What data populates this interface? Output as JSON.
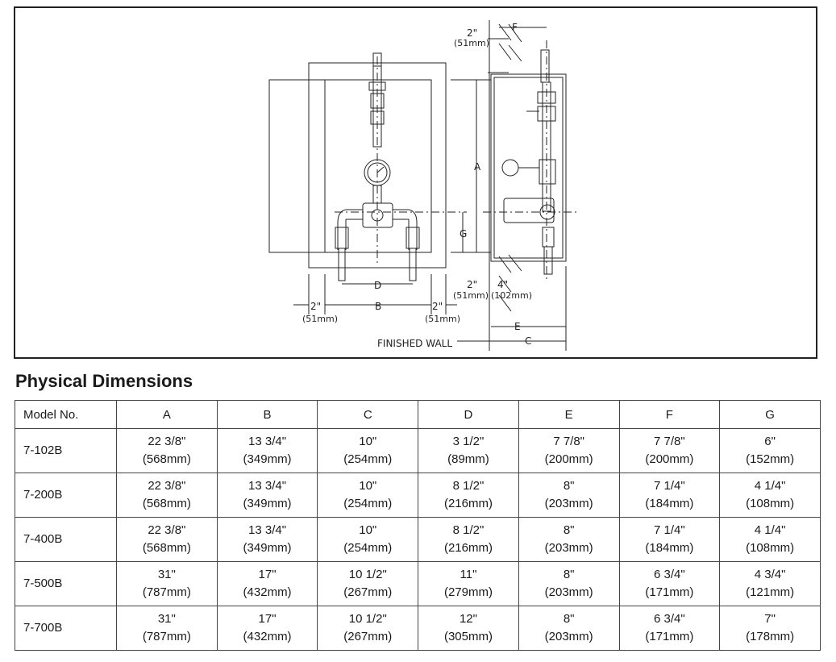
{
  "drawing": {
    "labels": {
      "A": "A",
      "B": "B",
      "C": "C",
      "D": "D",
      "E": "E",
      "F": "F",
      "G": "G",
      "two_in": "2\"",
      "fifty_one_mm": "(51mm)",
      "four_in": "4\"",
      "one_oh_two_mm": "(102mm)",
      "finished_wall": "FINISHED WALL"
    }
  },
  "table": {
    "title": "Physical Dimensions",
    "headers": [
      "Model No.",
      "A",
      "B",
      "C",
      "D",
      "E",
      "F",
      "G"
    ],
    "rows": [
      {
        "model": "7-102B",
        "cells": [
          [
            "22 3/8\"",
            "(568mm)"
          ],
          [
            "13 3/4\"",
            "(349mm)"
          ],
          [
            "10\"",
            "(254mm)"
          ],
          [
            "3 1/2\"",
            "(89mm)"
          ],
          [
            "7 7/8\"",
            "(200mm)"
          ],
          [
            "7 7/8\"",
            "(200mm)"
          ],
          [
            "6\"",
            "(152mm)"
          ]
        ]
      },
      {
        "model": "7-200B",
        "cells": [
          [
            "22 3/8\"",
            "(568mm)"
          ],
          [
            "13 3/4\"",
            "(349mm)"
          ],
          [
            "10\"",
            "(254mm)"
          ],
          [
            "8 1/2\"",
            "(216mm)"
          ],
          [
            "8\"",
            "(203mm)"
          ],
          [
            "7 1/4\"",
            "(184mm)"
          ],
          [
            "4 1/4\"",
            "(108mm)"
          ]
        ]
      },
      {
        "model": "7-400B",
        "cells": [
          [
            "22 3/8\"",
            "(568mm)"
          ],
          [
            "13 3/4\"",
            "(349mm)"
          ],
          [
            "10\"",
            "(254mm)"
          ],
          [
            "8 1/2\"",
            "(216mm)"
          ],
          [
            "8\"",
            "(203mm)"
          ],
          [
            "7 1/4\"",
            "(184mm)"
          ],
          [
            "4 1/4\"",
            "(108mm)"
          ]
        ]
      },
      {
        "model": "7-500B",
        "cells": [
          [
            "31\"",
            "(787mm)"
          ],
          [
            "17\"",
            "(432mm)"
          ],
          [
            "10 1/2\"",
            "(267mm)"
          ],
          [
            "11\"",
            "(279mm)"
          ],
          [
            "8\"",
            "(203mm)"
          ],
          [
            "6 3/4\"",
            "(171mm)"
          ],
          [
            "4 3/4\"",
            "(121mm)"
          ]
        ]
      },
      {
        "model": "7-700B",
        "cells": [
          [
            "31\"",
            "(787mm)"
          ],
          [
            "17\"",
            "(432mm)"
          ],
          [
            "10 1/2\"",
            "(267mm)"
          ],
          [
            "12\"",
            "(305mm)"
          ],
          [
            "8\"",
            "(203mm)"
          ],
          [
            "6 3/4\"",
            "(171mm)"
          ],
          [
            "7\"",
            "(178mm)"
          ]
        ]
      }
    ]
  }
}
